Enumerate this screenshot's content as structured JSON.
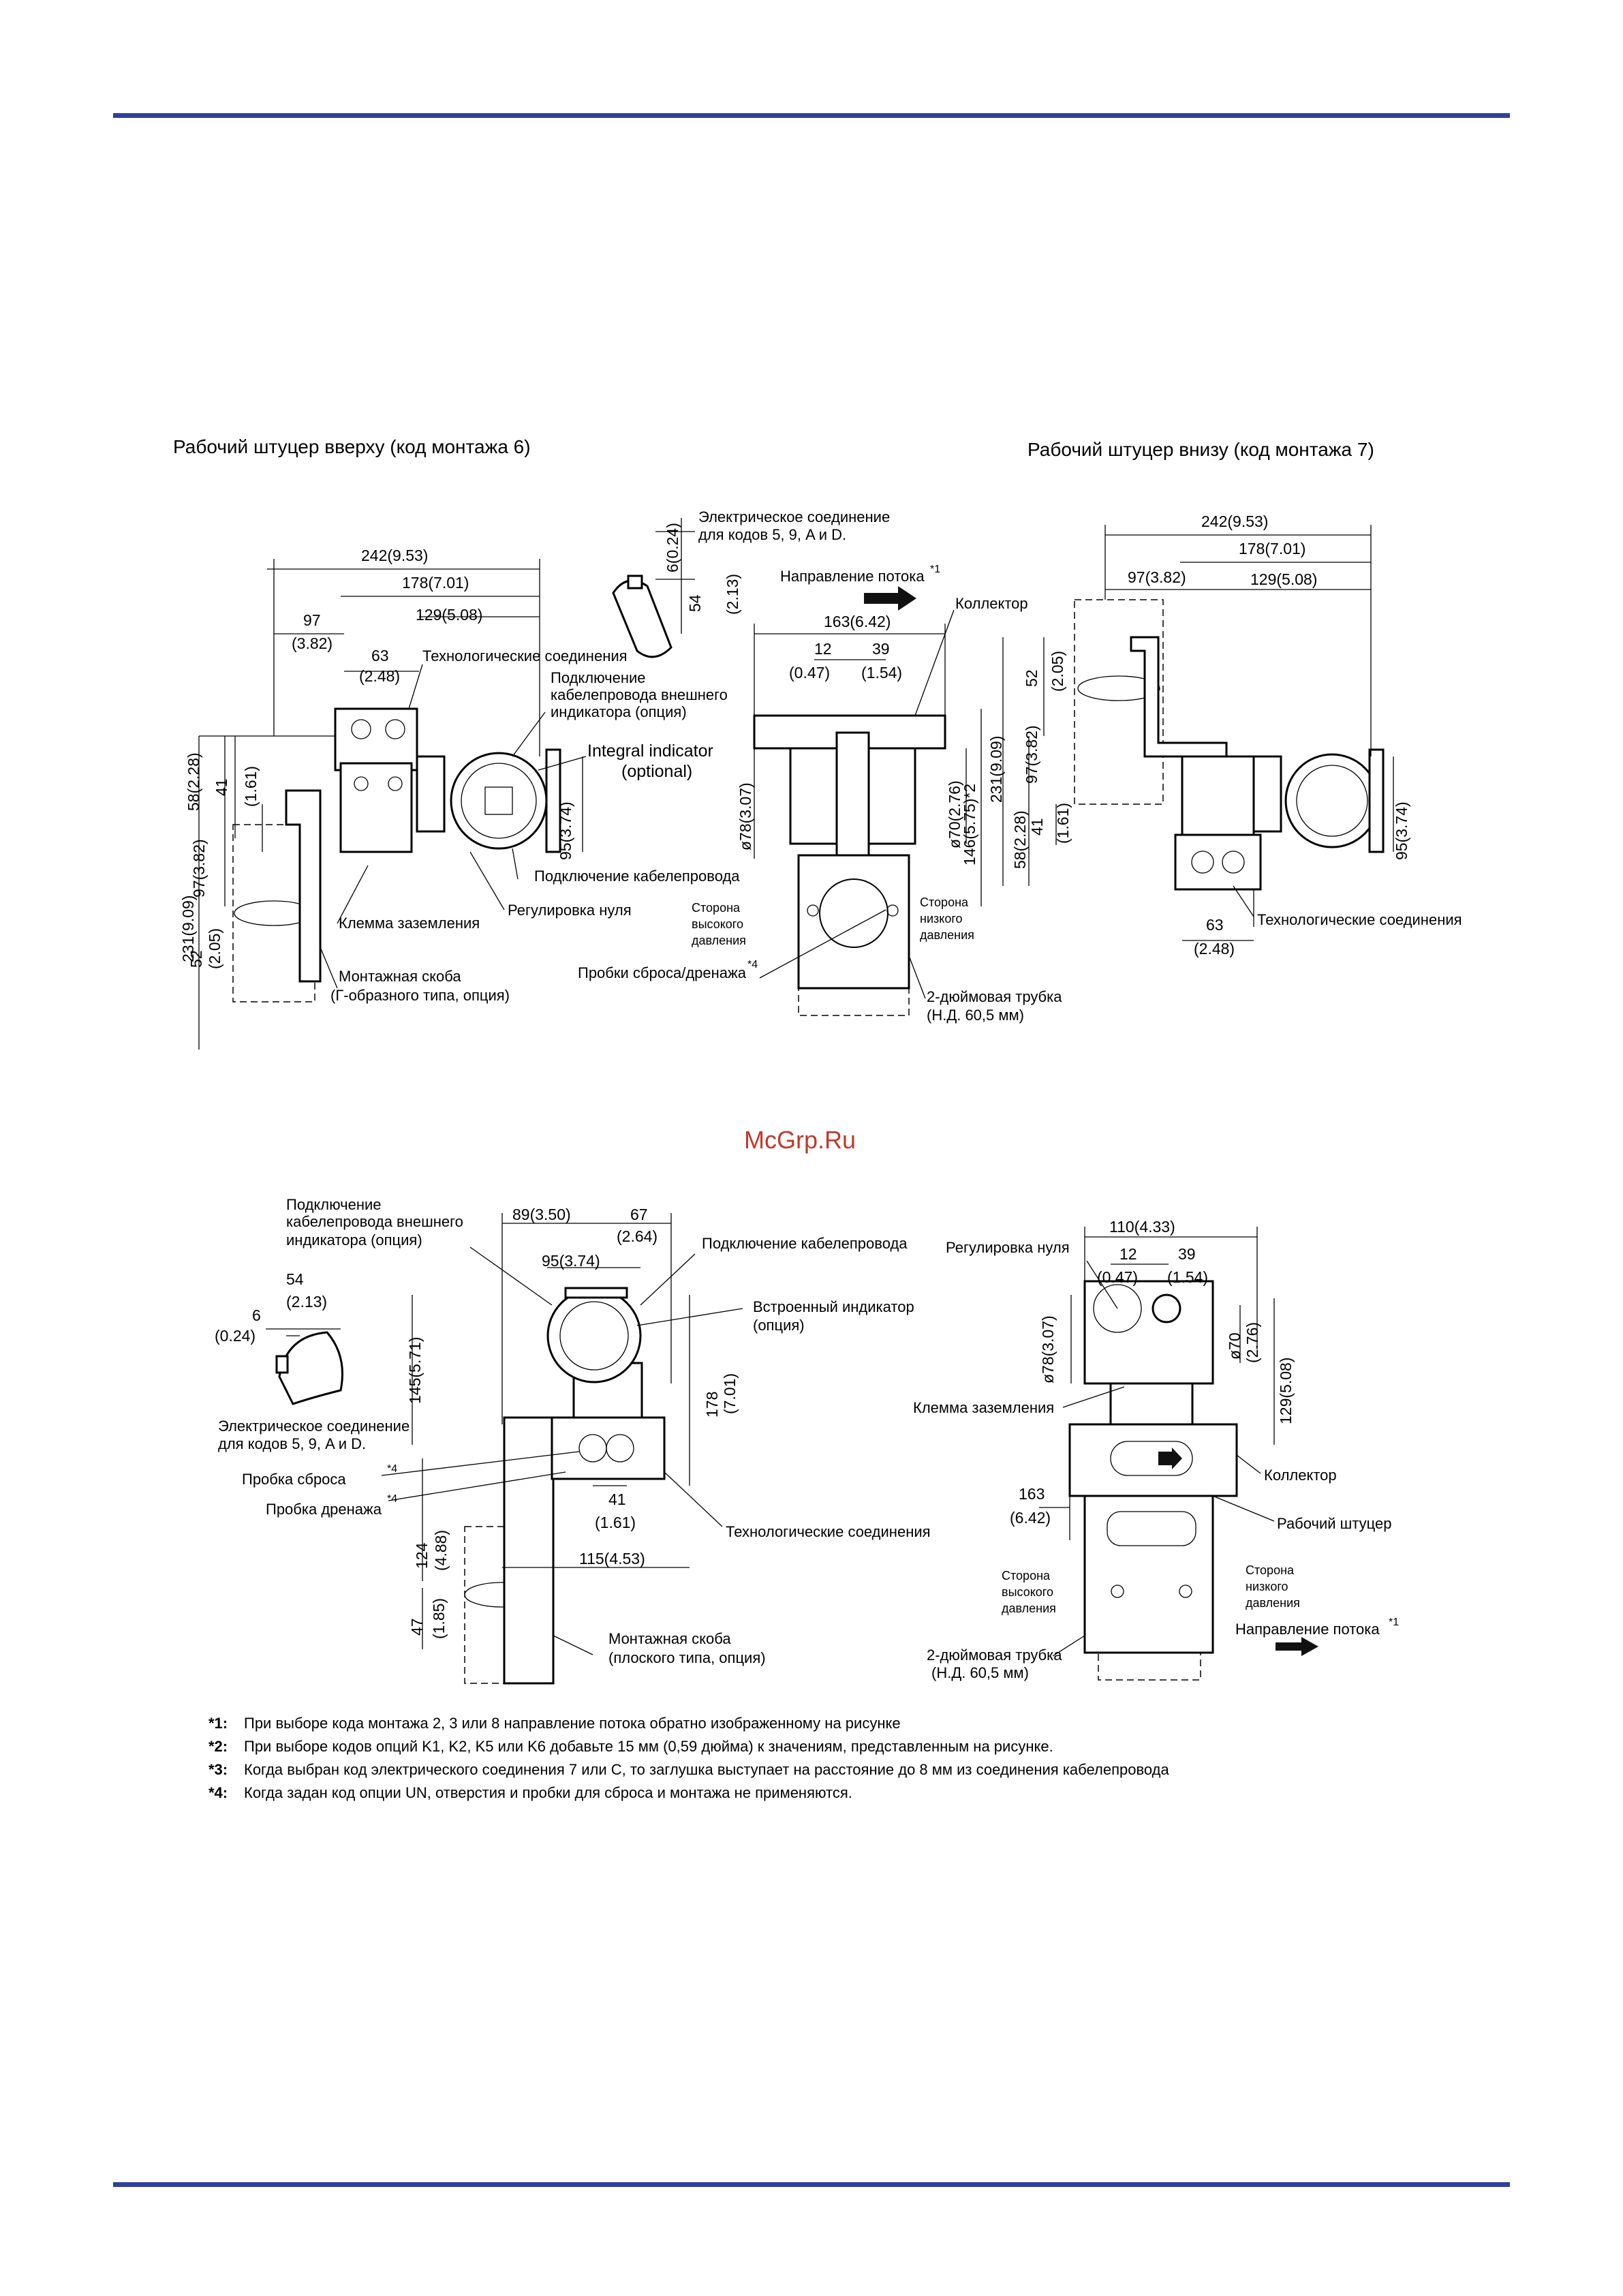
{
  "watermark": "McGrp.Ru",
  "fig1": {
    "title": "Рабочий штуцер вверху (код монтажа 6)",
    "dims": {
      "d242": "242(9.53)",
      "d178": "178(7.01)",
      "d129": "129(5.08)",
      "d97": "97",
      "d97b": "(3.82)",
      "d63": "63",
      "d63b": "(2.48)",
      "v58": "58(2.28)",
      "v41": "41",
      "v41b": "(1.61)",
      "v231": "231(9.09)",
      "v97": "97(3.82)",
      "v52": "52",
      "v52b": "(2.05)",
      "v95": "95(3.74)"
    },
    "labels": {
      "process": "Технологические соединения",
      "ext1": "Подключение",
      "ext2": "кабелепровода внешнего",
      "ext3": "индикатора (опция)",
      "integral1": "Integral indicator",
      "integral2": "(optional)",
      "conduit": "Подключение кабелепровода",
      "ground": "Клемма заземления",
      "zero": "Регулировка нуля",
      "bracket1": "Монтажная скоба",
      "bracket2": "(Г-образного типа, опция)"
    }
  },
  "fig_mid": {
    "elec1": "Электрическое соединение",
    "elec2": "для кодов 5, 9, A и D.",
    "flow": "Направление потока",
    "flow_sup": "*1",
    "collector": "Коллектор",
    "dims": {
      "d163": "163(6.42)",
      "d12": "12",
      "d12b": "(0.47)",
      "d39": "39",
      "d39b": "(1.54)",
      "v6": "6(0.24)",
      "v54": "54",
      "v54b": "(2.13)",
      "v78": "ø78(3.07)",
      "v70": "ø70(2.76)",
      "v146": "146(5.75)*2"
    },
    "hp1": "Сторона",
    "hp2": "высокого",
    "hp3": "давления",
    "lp1": "Сторона",
    "lp2": "низкого",
    "lp3": "давления",
    "plugs": "Пробки сброса/дренажа",
    "plugs_sup": "*4",
    "pipe1": "2-дюймовая трубка",
    "pipe2": "(Н.Д. 60,5 мм)"
  },
  "fig2": {
    "title": "Рабочий штуцер внизу (код монтажа 7)",
    "dims": {
      "d242": "242(9.53)",
      "d178": "178(7.01)",
      "d97": "97(3.82)",
      "d129": "129(5.08)",
      "v52": "52",
      "v52b": "(2.05)",
      "v231": "231(9.09)",
      "v97": "97(3.82)",
      "v58": "58(2.28)",
      "v41": "41",
      "v41b": "(1.61)",
      "v95": "95(3.74)",
      "d63": "63",
      "d63b": "(2.48)"
    },
    "process": "Технологические соединения"
  },
  "fig3": {
    "ext1": "Подключение",
    "ext2": "кабелепровода внешнего",
    "ext3": "индикатора (опция)",
    "dims": {
      "d89": "89(3.50)",
      "d67": "67",
      "d67b": "(2.64)",
      "d95": "95(3.74)",
      "d54": "54",
      "d54b": "(2.13)",
      "d6": "6",
      "d6b": "(0.24)",
      "v145": "145(5.71)",
      "v178": "178",
      "v178b": "(7.01)",
      "d41": "41",
      "d41b": "(1.61)",
      "v124": "124",
      "v124b": "(4.88)",
      "d115": "115(4.53)",
      "v47": "47",
      "v47b": "(1.85)"
    },
    "conduit": "Подключение кабелепровода",
    "indicator1": "Встроенный индикатор",
    "indicator2": "(опция)",
    "elec1": "Электрическое соединение",
    "elec2": "для кодов 5, 9, A и D.",
    "vent": "Пробка сброса",
    "vent_sup": "*4",
    "drain": "Пробка дренажа",
    "drain_sup": "*4",
    "process": "Технологические соединения",
    "bracket1": "Монтажная скоба",
    "bracket2": "(плоского типа, опция)"
  },
  "fig4": {
    "zero": "Регулировка нуля",
    "dims": {
      "d110": "110(4.33)",
      "d12": "12",
      "d12b": "(0.47)",
      "d39": "39",
      "d39b": "(1.54)",
      "v78": "ø78(3.07)",
      "v70": "ø70",
      "v70b": "(2.76)",
      "v129": "129(5.08)",
      "d163": "163",
      "d163b": "(6.42)"
    },
    "ground": "Клемма заземления",
    "collector": "Коллектор",
    "fitting": "Рабочий штуцер",
    "hp1": "Сторона",
    "hp2": "высокого",
    "hp3": "давления",
    "lp1": "Сторона",
    "lp2": "низкого",
    "lp3": "давления",
    "flow": "Направление потока",
    "flow_sup": "*1",
    "pipe1": "2-дюймовая трубка",
    "pipe2": "(Н.Д. 60,5 мм)"
  },
  "notes": [
    {
      "key": "*1:",
      "text": "При выборе кода монтажа 2, 3 или 8 направление потока обратно изображенному на рисунке"
    },
    {
      "key": "*2:",
      "text": "При выборе кодов опций K1, K2, K5 или K6 добавьте 15 мм (0,59 дюйма) к значениям, представленным на рисунке."
    },
    {
      "key": "*3:",
      "text": "Когда выбран код электрического соединения 7 или C, то заглушка выступает на расстояние до 8 мм из соединения кабелепровода"
    },
    {
      "key": "*4:",
      "text": "Когда задан код опции UN, отверстия и пробки для сброса и монтажа не применяются."
    }
  ]
}
